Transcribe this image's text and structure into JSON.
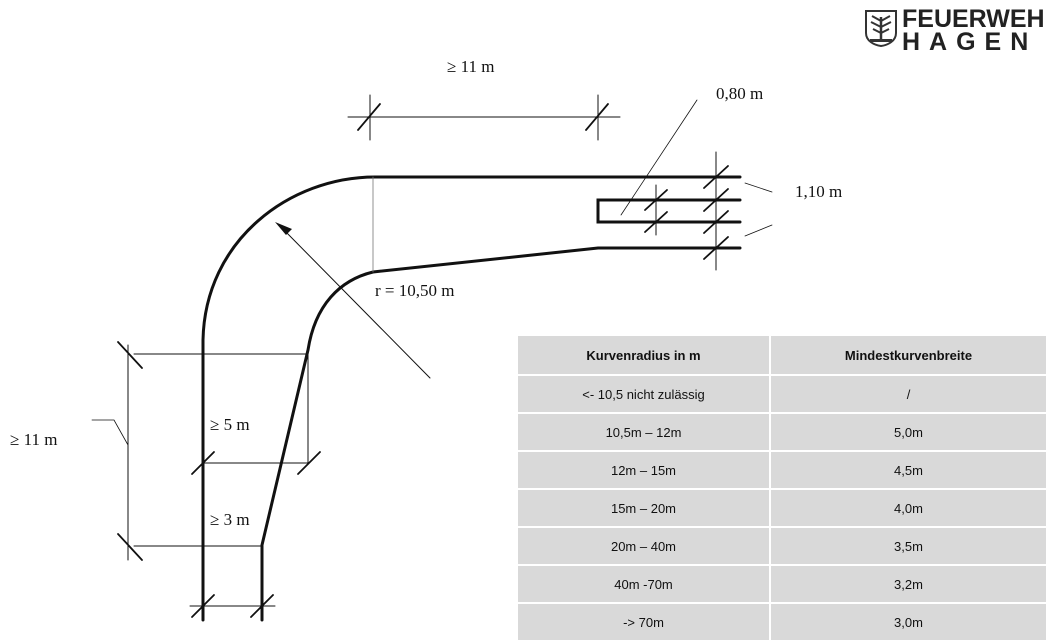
{
  "logo": {
    "line1": "FEUERWEHR",
    "line2": "HAGEN",
    "seal_icon": "tree-seal-icon"
  },
  "dimensions": {
    "top_length": "≥ 11 m",
    "spacing_small": "0,80 m",
    "lane_width": "1,10 m",
    "radius": "r = 10,50 m",
    "left_length": "≥ 11 m",
    "width_outer": "≥ 5 m",
    "width_inner": "≥ 3 m"
  },
  "table": {
    "headers": [
      "Kurvenradius in m",
      "Mindestkurvenbreite"
    ],
    "rows": [
      [
        "<- 10,5 nicht zulässig",
        "/"
      ],
      [
        "10,5m – 12m",
        "5,0m"
      ],
      [
        "12m – 15m",
        "4,5m"
      ],
      [
        "15m – 20m",
        "4,0m"
      ],
      [
        "20m – 40m",
        "3,5m"
      ],
      [
        "40m -70m",
        "3,2m"
      ],
      [
        "-> 70m",
        "3,0m"
      ]
    ]
  },
  "colors": {
    "line": "#111111",
    "table_cell": "#d9d9d9"
  }
}
